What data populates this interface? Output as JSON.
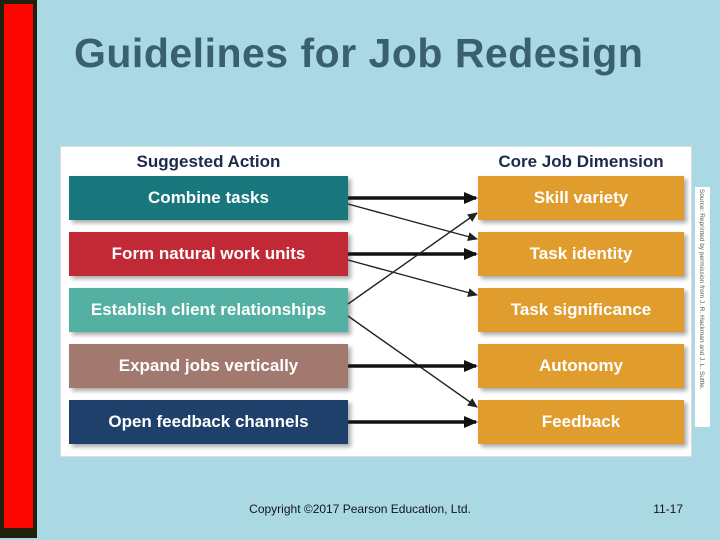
{
  "slide": {
    "title": "Guidelines for Job Redesign",
    "footer": "Copyright ©2017 Pearson Education, Ltd.",
    "page_number": "11-17",
    "source_credit": "Source: Reprinted by permission from J. R. Hackman and J. L. Suttle."
  },
  "colors": {
    "background": "#AAD8E3",
    "accent_bar_red": "#fb0603",
    "accent_bar_frame": "#221f0b",
    "title_text": "#3A5F6E",
    "header_text": "#1C2A4B",
    "arrow": "#111111",
    "panel": "#ffffff"
  },
  "diagram": {
    "left_header": "Suggested Action",
    "right_header": "Core Job Dimension",
    "left_items": [
      {
        "label": "Combine tasks",
        "color": "#17777C"
      },
      {
        "label": "Form natural work units",
        "color": "#C02935"
      },
      {
        "label": "Establish client relationships",
        "color": "#53B0A2"
      },
      {
        "label": "Expand jobs vertically",
        "color": "#A2796F"
      },
      {
        "label": "Open feedback channels",
        "color": "#20406C"
      }
    ],
    "right_items": [
      {
        "label": "Skill variety",
        "color": "#E09D2D"
      },
      {
        "label": "Task identity",
        "color": "#E09D2D"
      },
      {
        "label": "Task significance",
        "color": "#E09D2D"
      },
      {
        "label": "Autonomy",
        "color": "#E09D2D"
      },
      {
        "label": "Feedback",
        "color": "#E09D2D"
      }
    ],
    "connections": [
      {
        "from": 0,
        "to": 0,
        "weight": "thick"
      },
      {
        "from": 0,
        "to": 1,
        "weight": "thin"
      },
      {
        "from": 1,
        "to": 1,
        "weight": "thick"
      },
      {
        "from": 1,
        "to": 2,
        "weight": "thin"
      },
      {
        "from": 2,
        "to": 0,
        "weight": "thin"
      },
      {
        "from": 2,
        "to": 4,
        "weight": "thin"
      },
      {
        "from": 3,
        "to": 3,
        "weight": "thick"
      },
      {
        "from": 4,
        "to": 4,
        "weight": "thick"
      }
    ]
  }
}
